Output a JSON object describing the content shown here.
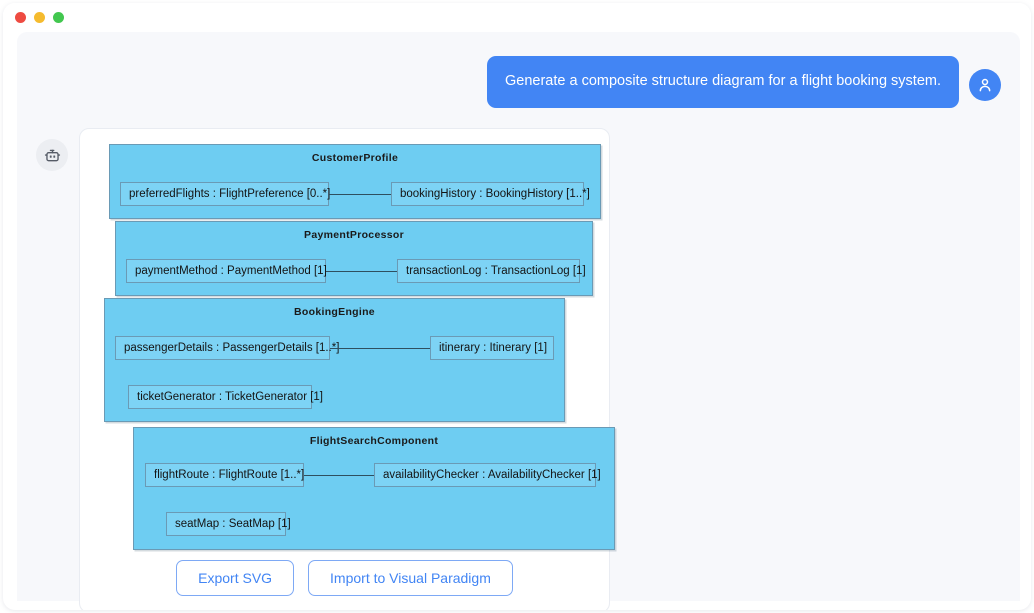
{
  "window": {
    "controls": [
      {
        "name": "close",
        "color": "#ee4b41"
      },
      {
        "name": "minimize",
        "color": "#f5bb2e"
      },
      {
        "name": "maximize",
        "color": "#42c74f"
      }
    ]
  },
  "conversation": {
    "user_message": "Generate a composite structure diagram for a flight booking system.",
    "user_avatar_icon": "user-person-icon",
    "bot_avatar_icon": "robot-icon"
  },
  "diagram": {
    "type": "uml-composite-structure",
    "components": [
      {
        "title": "CustomerProfile",
        "ports": [
          {
            "label": "preferredFlights : FlightPreference [0..*]"
          },
          {
            "label": "bookingHistory : BookingHistory [1..*]"
          }
        ],
        "connected": true
      },
      {
        "title": "PaymentProcessor",
        "ports": [
          {
            "label": "paymentMethod : PaymentMethod [1]"
          },
          {
            "label": "transactionLog : TransactionLog [1]"
          }
        ],
        "connected": true
      },
      {
        "title": "BookingEngine",
        "ports": [
          {
            "label": "passengerDetails : PassengerDetails [1..*]"
          },
          {
            "label": "itinerary : Itinerary [1]"
          },
          {
            "label": "ticketGenerator : TicketGenerator [1]"
          }
        ],
        "connected": true
      },
      {
        "title": "FlightSearchComponent",
        "ports": [
          {
            "label": "flightRoute : FlightRoute [1..*]"
          },
          {
            "label": "availabilityChecker : AvailabilityChecker [1]"
          },
          {
            "label": "seatMap : SeatMap [1]"
          }
        ],
        "connected": true
      }
    ],
    "colors": {
      "box_fill": "#6ecdf2",
      "port_fill": "#7dd3f5",
      "stroke": "#6a9ab5"
    }
  },
  "actions": {
    "export_label": "Export SVG",
    "import_label": "Import to Visual Paradigm",
    "accent": "#4285f4"
  }
}
